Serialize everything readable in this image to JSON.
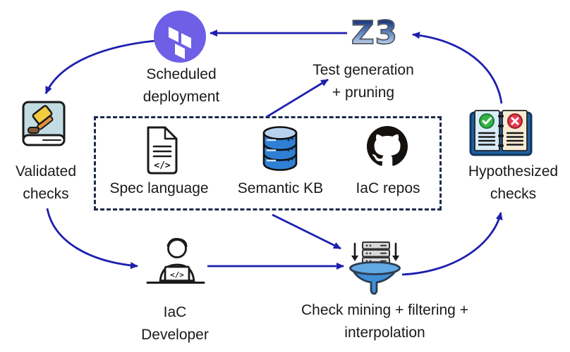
{
  "figure": {
    "description": "Cyclic workflow diagram for IaC check validation",
    "z3_logo_text": "Z3"
  },
  "colors": {
    "arrow": "#1f1fae",
    "box_border": "#1d2b4a",
    "terraform_purple": "#6e5fe6",
    "z3_blue_dark": "#16357f",
    "z3_blue_light": "#e6eefb",
    "db_blue": "#2f80d4",
    "db_blue_light": "#b9d2ee",
    "funnel_blue": "#3f8ed8",
    "funnel_rim_blue": "#63a9e3",
    "check_green": "#35b34a",
    "cross_red": "#e23b4e",
    "book_cover_blue": "#c3dbe2",
    "gavel_yellow": "#f2cc3e",
    "gavel_orange": "#e0913f",
    "page_blue": "#d9ecf8",
    "page_cream": "#f7ecd4",
    "server_gray": "#d8d8d8",
    "text": "#1a1a1a"
  },
  "nodes": {
    "scheduled_deployment": {
      "label": "Scheduled deployment",
      "icon": "terraform-icon"
    },
    "test_generation": {
      "label": "Test generation + pruning",
      "logo": "Z3"
    },
    "validated_checks": {
      "label": "Validated checks",
      "icon": "book-gavel-icon"
    },
    "hypothesized_checks": {
      "label": "Hypothesized checks",
      "icon": "notebook-pass-fail-icon"
    },
    "iac_developer": {
      "label": "IaC Developer",
      "icon": "developer-laptop-icon"
    },
    "check_mining": {
      "label": "Check mining + filtering + interpolation",
      "icon": "funnel-servers-icon"
    }
  },
  "knowledge_box": {
    "items": [
      {
        "label": "Spec language",
        "icon": "spec-document-icon"
      },
      {
        "label": "Semantic KB",
        "icon": "database-icon"
      },
      {
        "label": "IaC repos",
        "icon": "github-icon"
      }
    ]
  },
  "edges": [
    {
      "from": "test_generation_z3",
      "to": "scheduled_deployment"
    },
    {
      "from": "scheduled_deployment",
      "to": "validated_checks"
    },
    {
      "from": "validated_checks",
      "to": "iac_developer"
    },
    {
      "from": "iac_developer",
      "to": "check_mining"
    },
    {
      "from": "knowledge_box",
      "to": "check_mining"
    },
    {
      "from": "knowledge_box",
      "to": "test_generation"
    },
    {
      "from": "check_mining",
      "to": "hypothesized_checks"
    },
    {
      "from": "hypothesized_checks",
      "to": "test_generation_z3"
    }
  ]
}
